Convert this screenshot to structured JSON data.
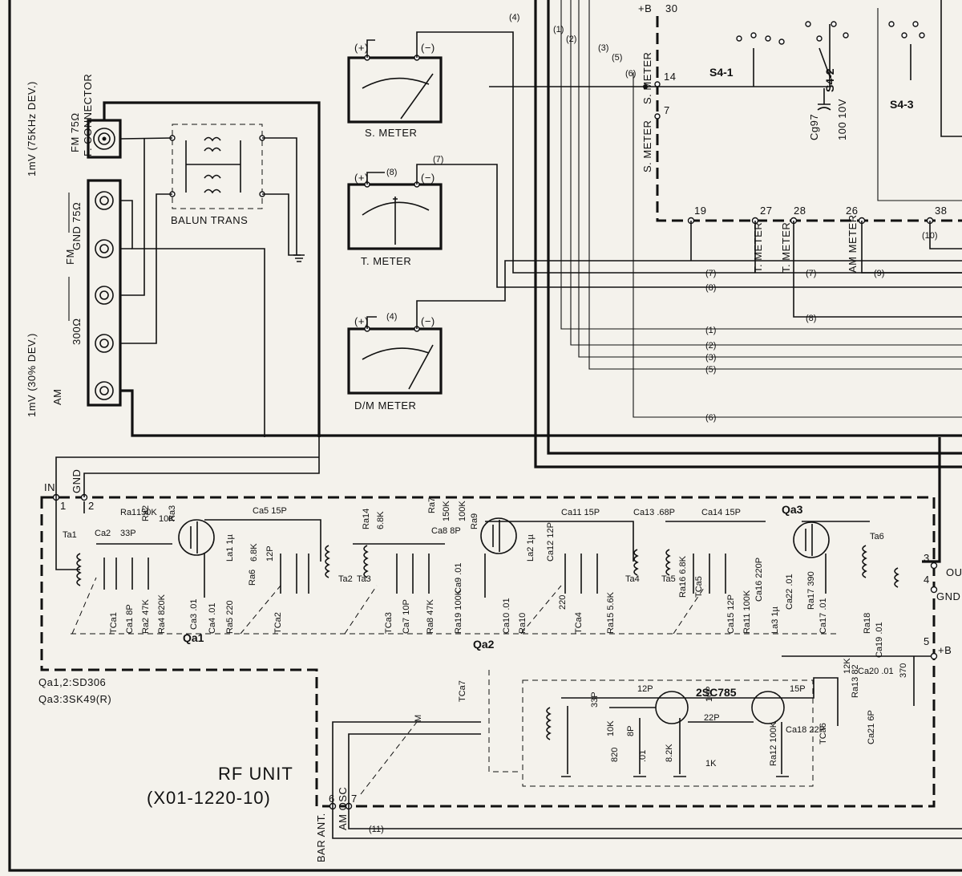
{
  "title_block": {
    "unit_name": "RF UNIT",
    "unit_code": "(X01-1220-10)"
  },
  "transistor_notes": [
    "Qa1,2:SD306",
    "Qa3:3SK49(R)"
  ],
  "antenna_panel": {
    "fm_connector": "FM 75Ω\nF. CONNECTOR",
    "fm_sensitivity": "1mV (75KHz DEV.)",
    "am_sensitivity": "1mV (30% DEV.)",
    "fm_label": "FM",
    "gnd_75": "GND 75Ω",
    "ohm_300": "300Ω",
    "am_label": "AM",
    "balun": "BALUN TRANS"
  },
  "meters": [
    {
      "name": "S. METER",
      "plus": "(+)",
      "minus": "(−)"
    },
    {
      "name": "T. METER",
      "plus": "(+)",
      "minus": "(−)"
    },
    {
      "name": "D/M METER",
      "plus": "(+)",
      "minus": "(−)"
    }
  ],
  "switch_labels": {
    "s4_1": "S4-1",
    "s4_2": "S4-2",
    "s4_3": "S4-3"
  },
  "board_labels": {
    "b_plus": "+B",
    "b30": "30",
    "s_meter": "S. METER",
    "t_meter": "T. METER",
    "am_meter": "AM METER",
    "n14": "14",
    "n7": "7",
    "n19": "19",
    "n27": "27",
    "n28": "28",
    "n26": "26",
    "n38": "38",
    "n26b": "26",
    "cg97": "Cg97",
    "cg97_val": "100 10V"
  },
  "bus_labels": {
    "b1": "(1)",
    "b2": "(2)",
    "b3": "(3)",
    "b4": "(4)",
    "b5": "(5)",
    "b6": "(6)",
    "b7": "(7)",
    "b8": "(8)",
    "b9": "(9)",
    "b10": "(10)",
    "b11": "(11)"
  },
  "rf_ports": {
    "in": "IN",
    "gnd_in": "GND",
    "p1": "1",
    "p2": "2",
    "out": "OUT",
    "p3": "3",
    "gnd_out": "GND",
    "p4": "4",
    "b_plus": "+B",
    "p5": "5",
    "p6": "6",
    "p7": "7",
    "bar_ant": "BAR ANT.",
    "am_osc": "AM OSC"
  },
  "rf_devices": {
    "qa1": "Qa1",
    "qa2": "Qa2",
    "qa3": "Qa3",
    "osc": "2SC785"
  },
  "rf_components": [
    "Ta1",
    "Ca2",
    "33P",
    "Ra1",
    "150K",
    "Ra2",
    "10K",
    "Ra3",
    "Ca5 15P",
    "Ra14",
    "6.8K",
    "Ca8 8P",
    "Ra7",
    "150K",
    "100K",
    "Ra9",
    "Ca11 15P",
    "Ca13 .68P",
    "Ca14 15P",
    "Ta6",
    "TCa1",
    "Ca1 8P",
    "Ra2 47K",
    "Ra4 820K",
    "Ca3 .01",
    "Ca4 .01",
    "Ra5 220",
    "La1 1µ",
    "6.8K",
    "12P",
    "Ra6",
    "TCa2",
    "Ta2",
    "Ta3",
    "TCa3",
    "Ca7 10P",
    "Ra8 47K",
    "Ca9 .01",
    "Ra19 100K",
    "Ca10 .01",
    "Ra10",
    "La2 1µ",
    "Ca12 12P",
    "220",
    "TCa4",
    "Ra15 5.6K",
    "Ta4",
    "Ta5",
    "Ra16 6.8K",
    "TCa5",
    "Ca15 12P",
    "Ra11 100K",
    "Ca16 220P",
    "La3 1µ",
    "Ca22 .01",
    "Ra17 390",
    "Ca17 .01",
    "Ra18",
    "Ra13 82",
    "Ca19 .01",
    "Ca20 .01",
    "12K",
    "370",
    "12P",
    "15P",
    "33P",
    "10K",
    "8P",
    "820",
    ".01",
    "8.2K",
    "10P",
    "22P",
    "1K",
    "Ca18 22P",
    "Ra12 100K",
    "TCa6",
    "Ca21 6P",
    "TCa7",
    "M"
  ]
}
